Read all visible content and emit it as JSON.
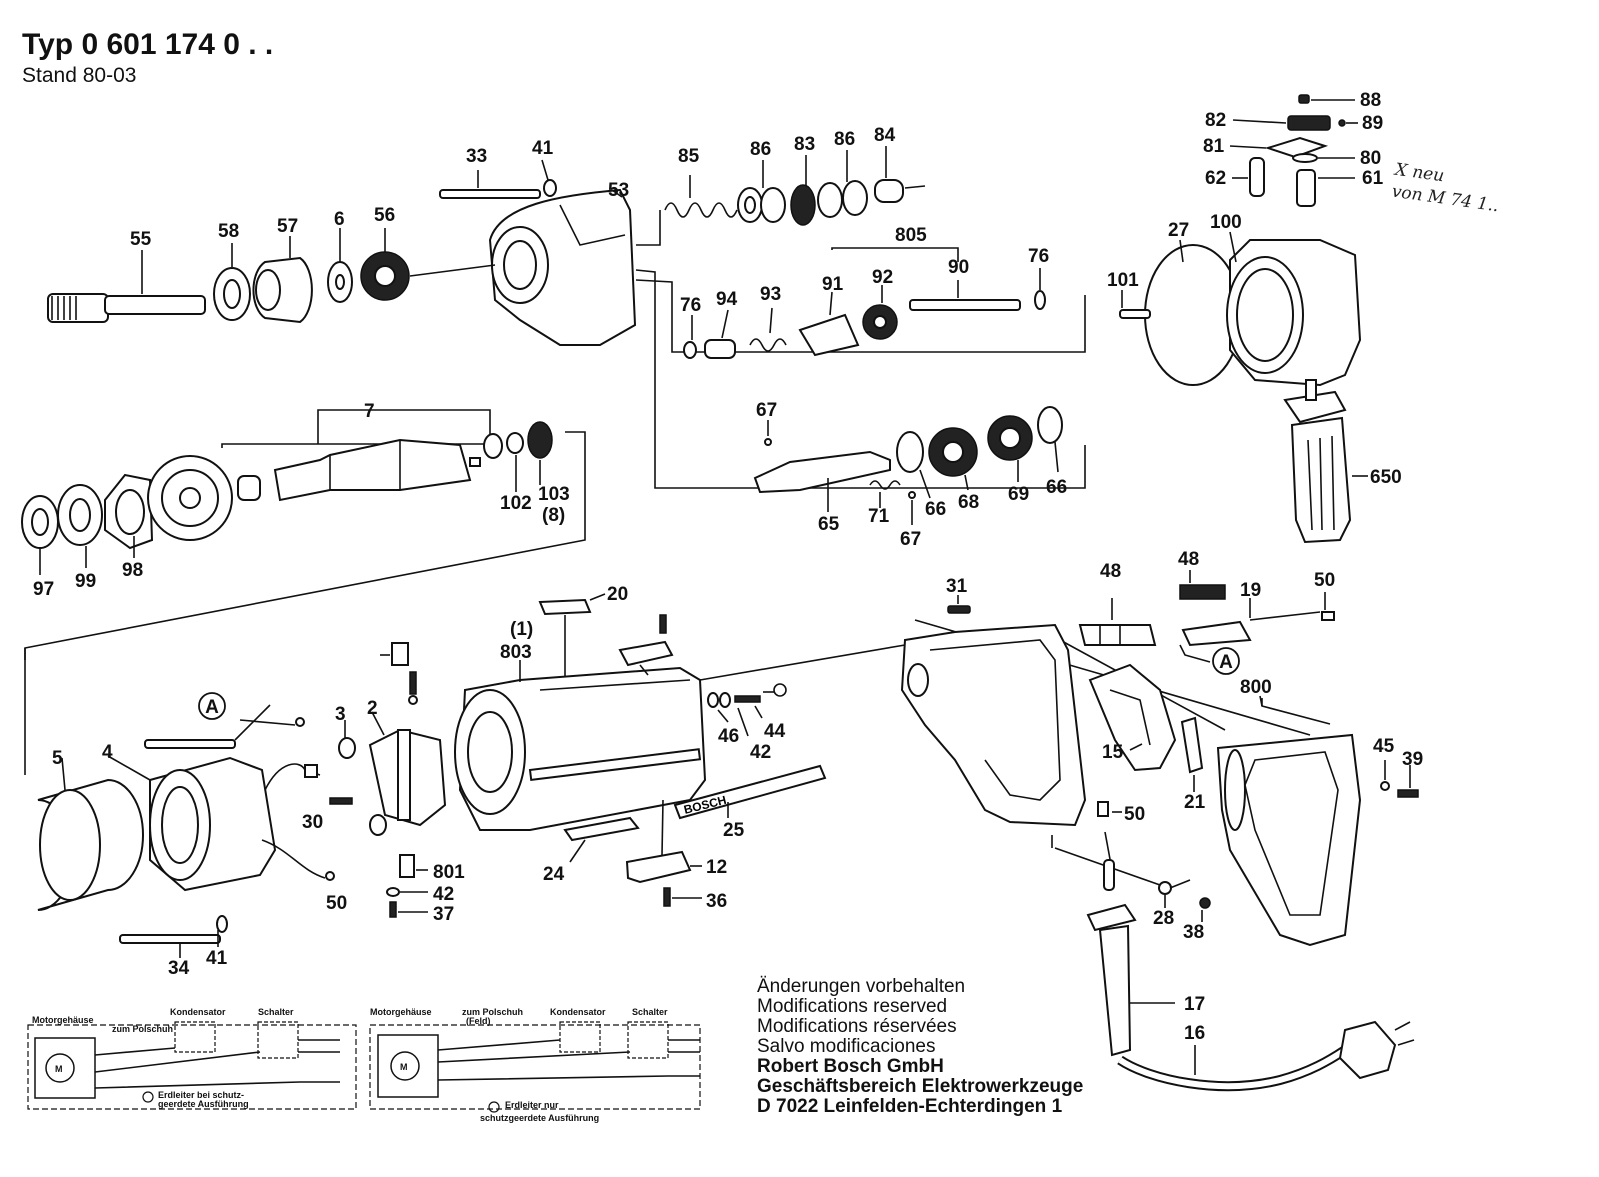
{
  "header": {
    "typ": "Typ 0 601 174 0 . .",
    "stand": "Stand 80-03"
  },
  "handwritten_note": {
    "line1": "X neu",
    "line2": "von M 74 1.."
  },
  "part_numbers": {
    "p88": "88",
    "p89": "89",
    "p82": "82",
    "p81": "81",
    "p80": "80",
    "p62": "62",
    "p61": "61",
    "p33": "33",
    "p41a": "41",
    "p85": "85",
    "p86a": "86",
    "p83": "83",
    "p86b": "86",
    "p84": "84",
    "p53": "53",
    "p55": "55",
    "p58": "58",
    "p57": "57",
    "p6": "6",
    "p56": "56",
    "p805": "805",
    "p91": "91",
    "p92": "92",
    "p90": "90",
    "p76a": "76",
    "p76b": "76",
    "p94": "94",
    "p93": "93",
    "p27": "27",
    "p100": "100",
    "p101": "101",
    "p7": "7",
    "p102": "102",
    "p103": "103",
    "p103q": "(8)",
    "p97": "97",
    "p99": "99",
    "p98": "98",
    "p67a": "67",
    "p65": "65",
    "p71": "71",
    "p67b": "67",
    "p66a": "66",
    "p68": "68",
    "p69": "69",
    "p66b": "66",
    "p650": "650",
    "p20": "20",
    "p1": "(1)",
    "p803": "803",
    "p31": "31",
    "p48a": "48",
    "p48b": "48",
    "p19": "19",
    "p50a": "50",
    "p800": "800",
    "pA1": "A",
    "pA2": "A",
    "p5": "5",
    "p4": "4",
    "p3": "3",
    "p2": "2",
    "p30": "30",
    "p50b": "50",
    "p46": "46",
    "p42a": "42",
    "p44": "44",
    "p45": "45",
    "p39": "39",
    "p15": "15",
    "p21": "21",
    "p50c": "50",
    "p801": "801",
    "p42b": "42",
    "p37": "37",
    "p24": "24",
    "p25": "25",
    "p12": "12",
    "p36": "36",
    "p34": "34",
    "p41b": "41",
    "p28": "28",
    "p38": "38",
    "p17": "17",
    "p16": "16"
  },
  "housing_brand": "BOSCH",
  "schematic_left": {
    "motor_housing": "Motorgehäuse",
    "pole_shoe": "zum Polschuh",
    "capacitor": "Kondensator",
    "switch": "Schalter",
    "motor": "M",
    "earth_note_1": "Erdleiter bei schutz-",
    "earth_note_2": "geerdete Ausführung"
  },
  "schematic_right": {
    "motor_housing": "Motorgehäuse",
    "pole_shoe_1": "zum Polschuh",
    "pole_shoe_2": "(Feld)",
    "capacitor": "Kondensator",
    "switch": "Schalter",
    "motor": "M",
    "earth_note_1": "Erdleiter nur",
    "earth_note_2": "schutzgeerdete Ausführung"
  },
  "footer": {
    "line1": "Änderungen vorbehalten",
    "line2": "Modifications reserved",
    "line3": "Modifications réservées",
    "line4": "Salvo modificaciones",
    "line5": "Robert Bosch GmbH",
    "line6": "Geschäftsbereich Elektrowerkzeuge",
    "line7": "D 7022 Leinfelden-Echterdingen 1"
  }
}
